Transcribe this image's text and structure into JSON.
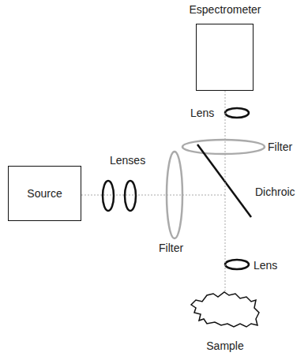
{
  "diagram": {
    "nodes": [
      {
        "text": [
          "Source"
        ]
      },
      {
        "text": [
          "Espectrometer"
        ]
      },
      {
        "text": [
          "Sample"
        ]
      }
    ],
    "edges": [
      {
        "from": 1,
        "to": 2,
        "arrow": "none"
      }
    ],
    "labels": [
      "Lenses",
      "Lens",
      "Filter",
      "Dichroic",
      "Filter",
      "Lens"
    ]
  }
}
